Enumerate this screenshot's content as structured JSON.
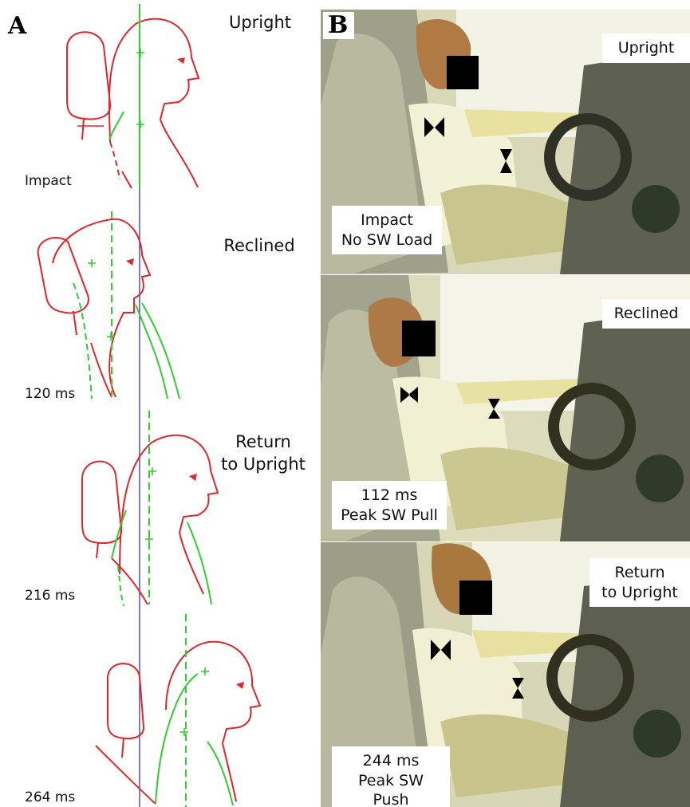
{
  "panel_a": {
    "letter": "A",
    "frames": [
      {
        "pose": "Upright",
        "time": "Impact"
      },
      {
        "pose": "Reclined",
        "time": "120 ms"
      },
      {
        "pose": "Return\nto Upright",
        "time": "216 ms"
      },
      {
        "pose": "",
        "time": "264 ms"
      }
    ]
  },
  "panel_b": {
    "letter": "B",
    "photos": [
      {
        "pose": "Upright",
        "caption": "Impact\nNo SW Load"
      },
      {
        "pose": "Reclined",
        "caption": "112 ms\nPeak SW Pull"
      },
      {
        "pose": "Return\nto Upright",
        "caption": "244 ms\nPeak SW Push"
      }
    ]
  },
  "colors": {
    "head_outline": "#e0262b",
    "neck_trace": "#33cc33",
    "reference_line": "#3333aa"
  }
}
